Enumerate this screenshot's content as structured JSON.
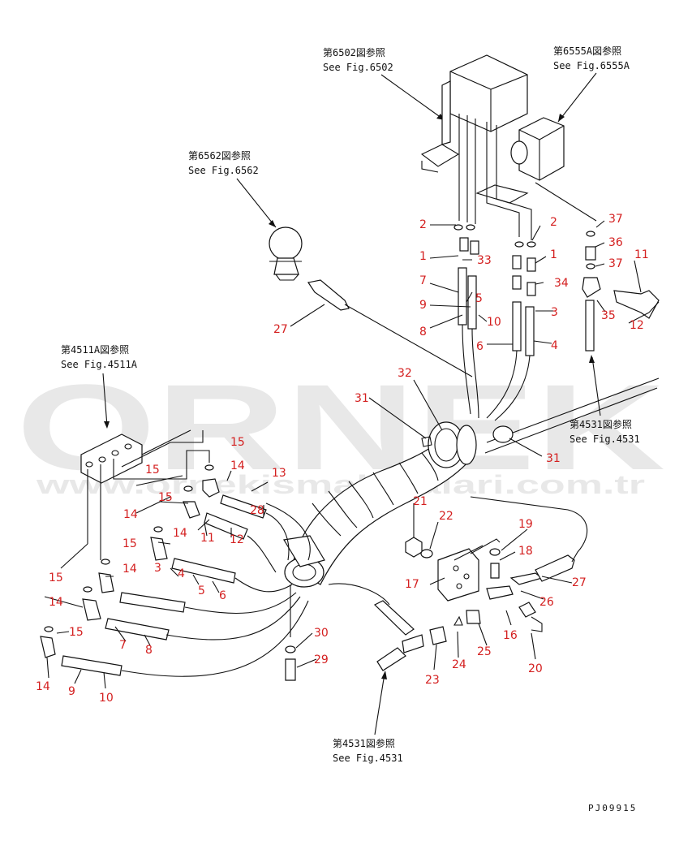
{
  "references": {
    "fig6502": {
      "jp": "第6502図参照",
      "en": "See Fig.6502"
    },
    "fig6555A": {
      "jp": "第6555A図参照",
      "en": "See Fig.6555A"
    },
    "fig6562": {
      "jp": "第6562図参照",
      "en": "See Fig.6562"
    },
    "fig4511A": {
      "jp": "第4511A図参照",
      "en": "See Fig.4511A"
    },
    "fig4531_right": {
      "jp": "第4531図参照",
      "en": "See Fig.4531"
    },
    "fig4531_bottom": {
      "jp": "第4531図参照",
      "en": "See Fig.4531"
    }
  },
  "watermark": {
    "main": "ORNEK",
    "url": "www.ornekismakinalari.com.tr"
  },
  "drawing_code": "PJ09915",
  "part_labels": [
    {
      "id": "n2a",
      "text": "2"
    },
    {
      "id": "n2b",
      "text": "2"
    },
    {
      "id": "n37a",
      "text": "37"
    },
    {
      "id": "n36",
      "text": "36"
    },
    {
      "id": "n37b",
      "text": "37"
    },
    {
      "id": "n1a",
      "text": "1"
    },
    {
      "id": "n33",
      "text": "33"
    },
    {
      "id": "n1b",
      "text": "1"
    },
    {
      "id": "n11a",
      "text": "11"
    },
    {
      "id": "n7a",
      "text": "7"
    },
    {
      "id": "n5a",
      "text": "5"
    },
    {
      "id": "n34",
      "text": "34"
    },
    {
      "id": "n9a",
      "text": "9"
    },
    {
      "id": "n35",
      "text": "35"
    },
    {
      "id": "n3a",
      "text": "3"
    },
    {
      "id": "n12a",
      "text": "12"
    },
    {
      "id": "n8a",
      "text": "8"
    },
    {
      "id": "n10a",
      "text": "10"
    },
    {
      "id": "n27a",
      "text": "27"
    },
    {
      "id": "n6a",
      "text": "6"
    },
    {
      "id": "n4a",
      "text": "4"
    },
    {
      "id": "n32",
      "text": "32"
    },
    {
      "id": "n31a",
      "text": "31"
    },
    {
      "id": "n31b",
      "text": "31"
    },
    {
      "id": "n15a",
      "text": "15"
    },
    {
      "id": "n14a",
      "text": "14"
    },
    {
      "id": "n15b",
      "text": "15"
    },
    {
      "id": "n13",
      "text": "13"
    },
    {
      "id": "n15c",
      "text": "15"
    },
    {
      "id": "n28",
      "text": "28"
    },
    {
      "id": "n14b",
      "text": "14"
    },
    {
      "id": "n21",
      "text": "21"
    },
    {
      "id": "n14c",
      "text": "14"
    },
    {
      "id": "n11b",
      "text": "11"
    },
    {
      "id": "n12b",
      "text": "12"
    },
    {
      "id": "n22",
      "text": "22"
    },
    {
      "id": "n19",
      "text": "19"
    },
    {
      "id": "n15d",
      "text": "15"
    },
    {
      "id": "n3b",
      "text": "3"
    },
    {
      "id": "n18",
      "text": "18"
    },
    {
      "id": "n14d",
      "text": "14"
    },
    {
      "id": "n4b",
      "text": "4"
    },
    {
      "id": "n5b",
      "text": "5"
    },
    {
      "id": "n6b",
      "text": "6"
    },
    {
      "id": "n15e",
      "text": "15"
    },
    {
      "id": "n17",
      "text": "17"
    },
    {
      "id": "n27b",
      "text": "27"
    },
    {
      "id": "n14e",
      "text": "14"
    },
    {
      "id": "n26",
      "text": "26"
    },
    {
      "id": "n15f",
      "text": "15"
    },
    {
      "id": "n7b",
      "text": "7"
    },
    {
      "id": "n8b",
      "text": "8"
    },
    {
      "id": "n30",
      "text": "30"
    },
    {
      "id": "n16",
      "text": "16"
    },
    {
      "id": "n25",
      "text": "25"
    },
    {
      "id": "n29",
      "text": "29"
    },
    {
      "id": "n24",
      "text": "24"
    },
    {
      "id": "n20",
      "text": "20"
    },
    {
      "id": "n23",
      "text": "23"
    },
    {
      "id": "n14f",
      "text": "14"
    },
    {
      "id": "n9b",
      "text": "9"
    },
    {
      "id": "n10b",
      "text": "10"
    }
  ]
}
